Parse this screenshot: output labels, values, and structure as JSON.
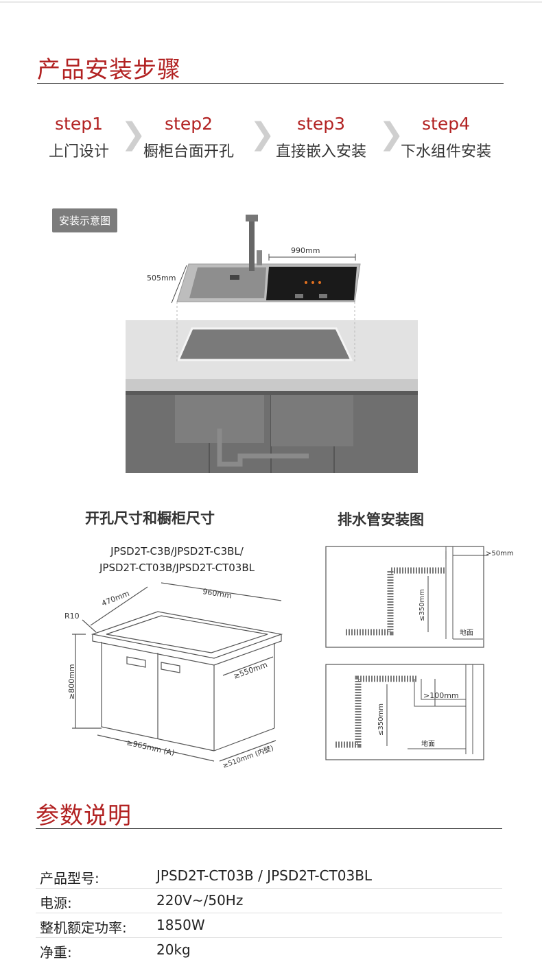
{
  "install": {
    "title": "产品安装步骤",
    "steps": [
      {
        "num": "step1",
        "label": "上门设计"
      },
      {
        "num": "step2",
        "label": "橱柜台面开孔"
      },
      {
        "num": "step3",
        "label": "直接嵌入安装"
      },
      {
        "num": "step4",
        "label": "下水组件安装"
      }
    ],
    "diagram_badge": "安装示意图",
    "dim_width": "990mm",
    "dim_depth": "505mm"
  },
  "cutout": {
    "title": "开孔尺寸和橱柜尺寸",
    "models_line1": "JPSD2T-C3B/JPSD2T-C3BL/",
    "models_line2": "JPSD2T-CT03B/JPSD2T-CT03BL",
    "dims": {
      "top_depth": "470mm",
      "top_width": "960mm",
      "radius": "R10",
      "height": "≥800mm",
      "depth": "≥550mm",
      "cab_width": "≥965mm (A)",
      "inner": "≥510mm (内壁)"
    }
  },
  "drain": {
    "title": "排水管安装图",
    "d1_gap": ">50mm",
    "d1_height": "≤350mm",
    "d1_floor": "地面",
    "d2_gap": ">100mm",
    "d2_height": "≤350mm",
    "d2_floor": "地面"
  },
  "params": {
    "title": "参数说明",
    "rows": [
      {
        "key": "产品型号:",
        "value": "JPSD2T-CT03B / JPSD2T-CT03BL"
      },
      {
        "key": "电源:",
        "value": "220V~/50Hz"
      },
      {
        "key": "整机额定功率:",
        "value": "1850W"
      },
      {
        "key": "净重:",
        "value": "20kg"
      }
    ]
  }
}
